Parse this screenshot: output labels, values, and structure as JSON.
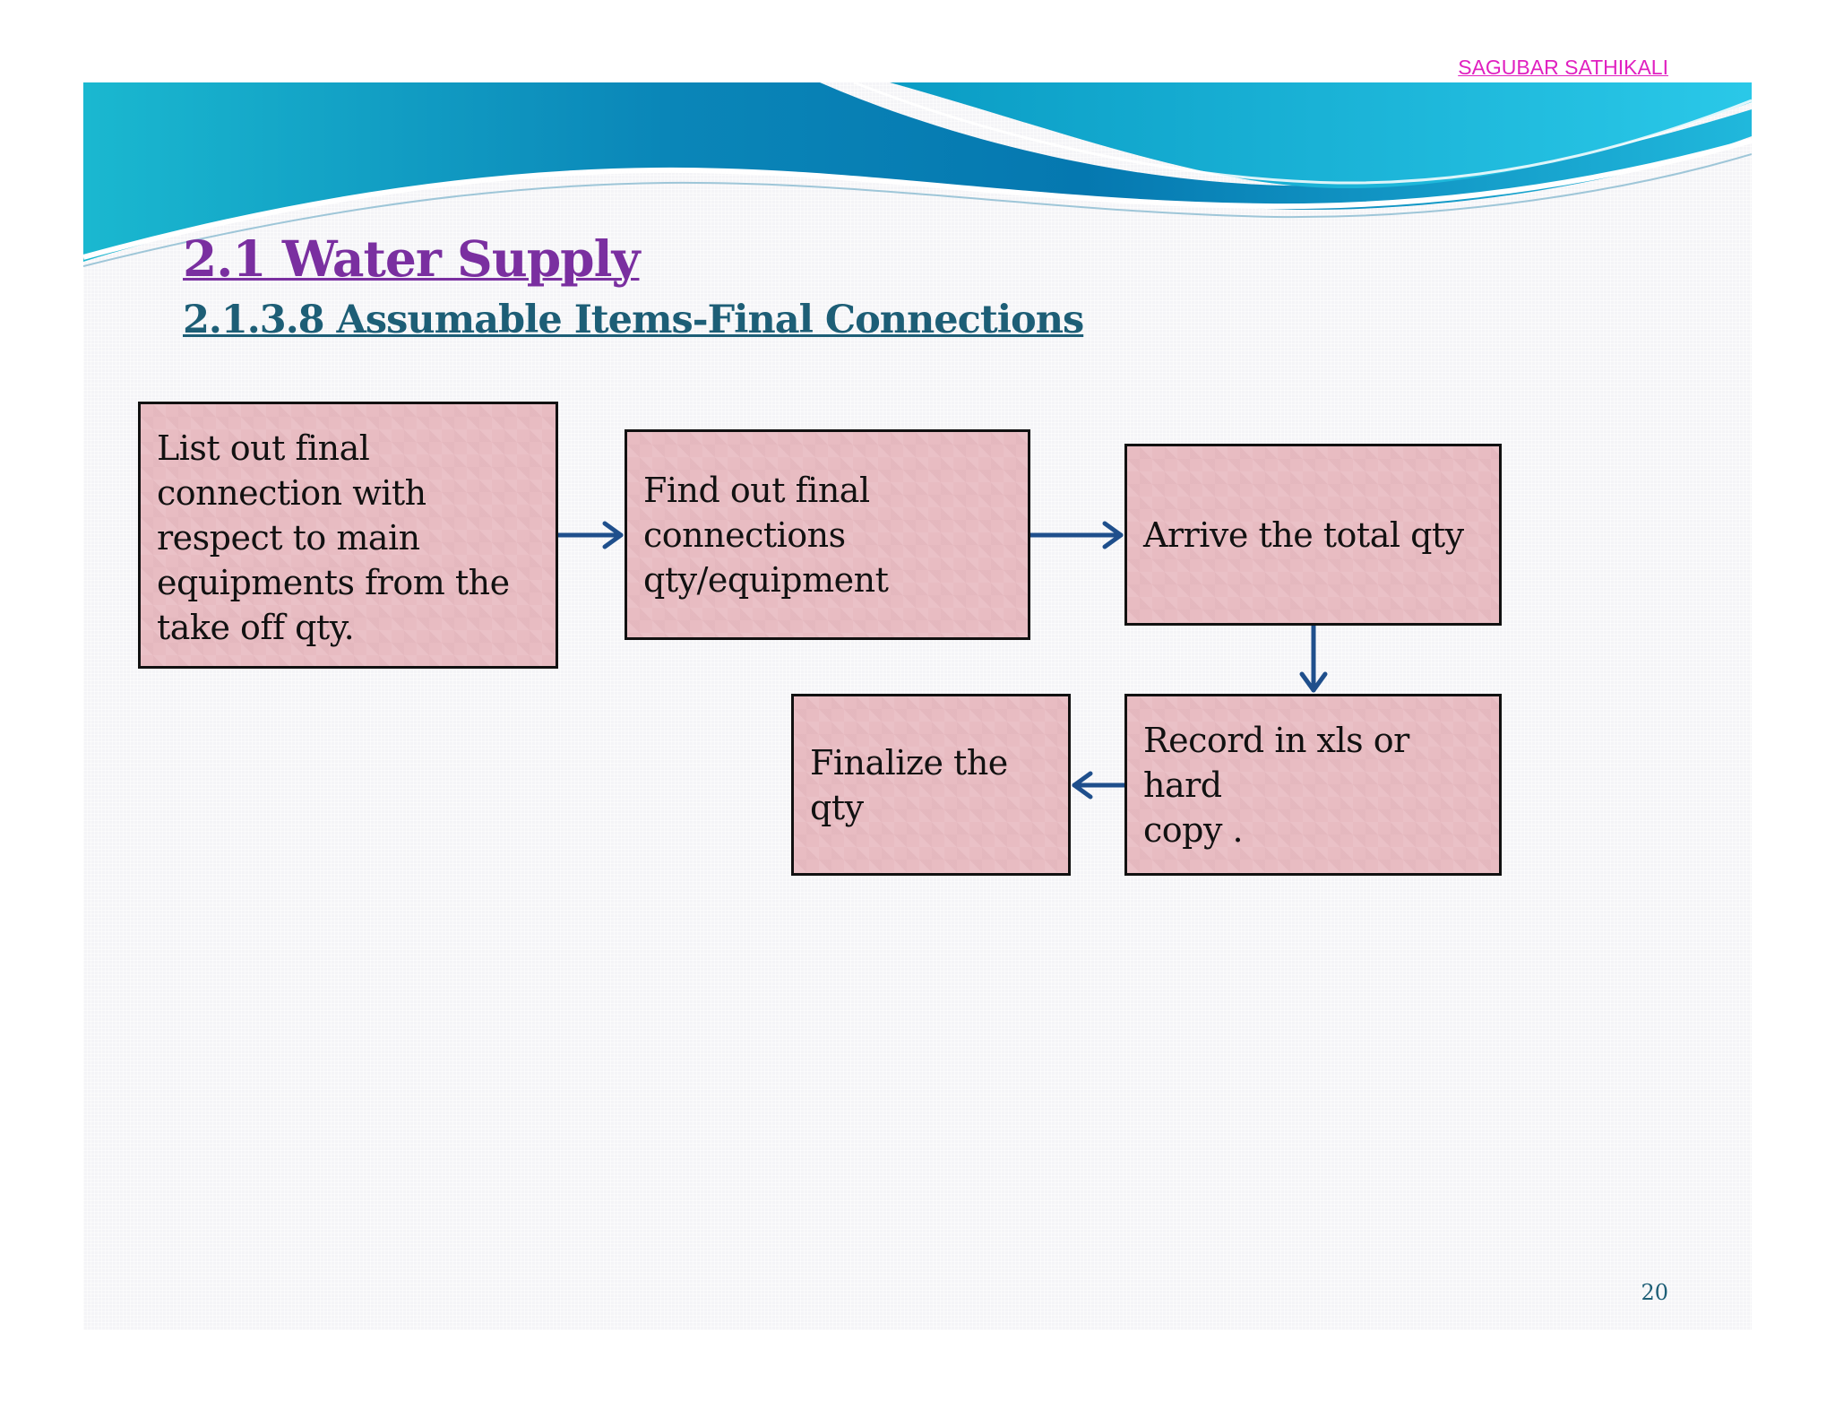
{
  "header": {
    "author": "SAGUBAR SATHIKALI"
  },
  "slide": {
    "title": "2.1 Water Supply",
    "subtitle": "2.1.3.8 Assumable Items-Final Connections",
    "page_number": "20"
  },
  "flow": {
    "steps": [
      "List out final\nconnection  with\nrespect to main\nequipments from the\ntake off qty.",
      "Find out final\nconnections\nqty/equipment",
      "Arrive the total qty",
      "Record in xls or hard\ncopy .",
      "Finalize the\nqty"
    ]
  },
  "colors": {
    "title": "#7a2fa0",
    "subtitle": "#1d5e76",
    "box_fill": "#e8bcc2",
    "arrow": "#1f4f8c",
    "author": "#e020c0"
  }
}
